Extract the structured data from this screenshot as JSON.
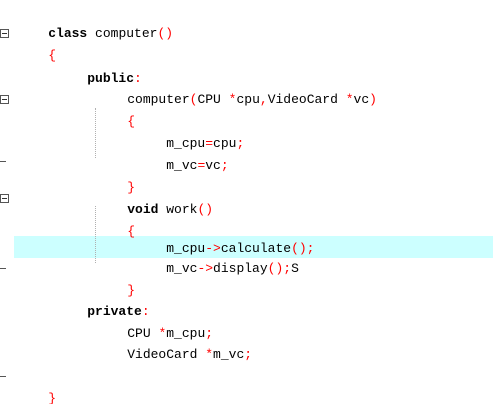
{
  "code": {
    "l1": [
      "class",
      " computer",
      "()"
    ],
    "l2": [
      "{"
    ],
    "l3": [
      "public",
      ":"
    ],
    "l4": [
      "computer",
      "(",
      "CPU ",
      "*",
      "cpu",
      ",",
      "VideoCard ",
      "*",
      "vc",
      ")"
    ],
    "l5": [
      "{"
    ],
    "l6": [
      "m_cpu",
      "=",
      "cpu",
      ";"
    ],
    "l7": [
      "m_vc",
      "=",
      "vc",
      ";"
    ],
    "l8": [
      "}"
    ],
    "l9": [
      "void",
      " work",
      "()"
    ],
    "l10": [
      "{"
    ],
    "l11": [
      "m_cpu",
      "->",
      "calculate",
      "();"
    ],
    "l12": [
      "m_vc",
      "->",
      "display",
      "();",
      "S"
    ],
    "l13": [
      "}"
    ],
    "l14": [
      "private",
      ":"
    ],
    "l15": [
      "CPU ",
      "*",
      "m_cpu",
      ";"
    ],
    "l16": [
      "VideoCard ",
      "*",
      "m_vc",
      ";"
    ],
    "l17": [
      ""
    ],
    "l18": [
      "}"
    ]
  },
  "colors": {
    "keyword": "#000000",
    "operator": "#ff0000",
    "current_line": "#ccffff",
    "fold_marker": "#555555"
  }
}
